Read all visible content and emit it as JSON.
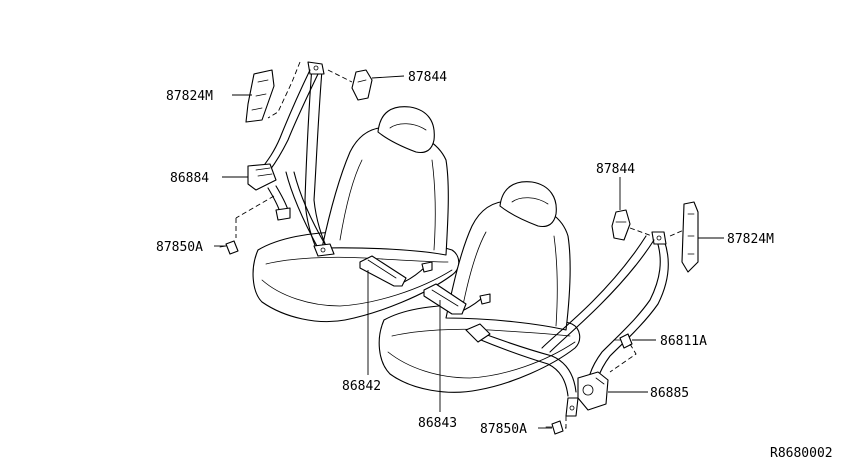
{
  "labels": {
    "guide_left": "87824M",
    "cover_left": "87844",
    "retractor_left": "86884",
    "bolt_left": "87850A",
    "buckle_left": "86842",
    "buckle_right": "86843",
    "cover_right": "87844",
    "guide_right": "87824M",
    "bolt_anchor_right": "86811A",
    "retractor_right": "86885",
    "bolt_right": "87850A",
    "diagram_code": "R8680002"
  }
}
